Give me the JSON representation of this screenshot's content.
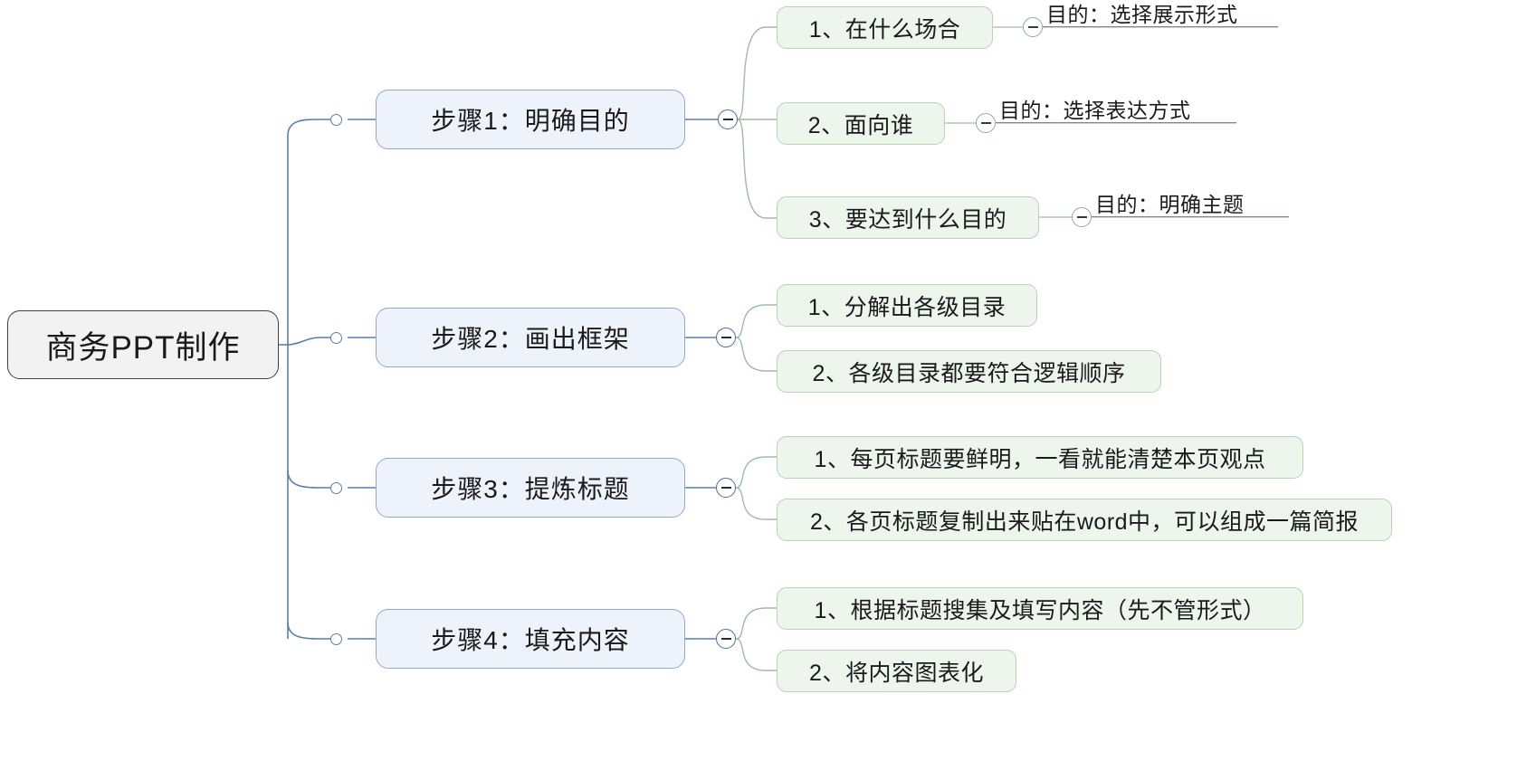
{
  "diagram": {
    "type": "mind-map",
    "title": "商务PPT制作",
    "colors": {
      "root_fill": "#f2f2f2",
      "root_border": "#3f3f3f",
      "level1_fill": "#eef2fa",
      "level1_border": "#8fa9cd",
      "level2_fill": "#edf5ed",
      "level2_border": "#b5d3b6",
      "branch_blue": "#5b7fab",
      "branch_green": "#9dbd9f",
      "background": "#ffffff"
    },
    "root": {
      "label": "商务PPT制作"
    },
    "branches": [
      {
        "label": "步骤1：明确目的",
        "toggle": "minus",
        "children": [
          {
            "label": "1、在什么场合",
            "toggle": "minus",
            "children": [
              {
                "label": "目的：选择展示形式"
              }
            ]
          },
          {
            "label": "2、面向谁",
            "toggle": "minus",
            "children": [
              {
                "label": "目的：选择表达方式"
              }
            ]
          },
          {
            "label": "3、要达到什么目的",
            "toggle": "minus",
            "children": [
              {
                "label": "目的：明确主题"
              }
            ]
          }
        ]
      },
      {
        "label": "步骤2：画出框架",
        "toggle": "minus",
        "children": [
          {
            "label": "1、分解出各级目录"
          },
          {
            "label": "2、各级目录都要符合逻辑顺序"
          }
        ]
      },
      {
        "label": "步骤3：提炼标题",
        "toggle": "minus",
        "children": [
          {
            "label": "1、每页标题要鲜明，一看就能清楚本页观点"
          },
          {
            "label": "2、各页标题复制出来贴在word中，可以组成一篇简报"
          }
        ]
      },
      {
        "label": "步骤4：填充内容",
        "toggle": "minus",
        "children": [
          {
            "label": "1、根据标题搜集及填写内容（先不管形式）"
          },
          {
            "label": "2、将内容图表化"
          }
        ]
      }
    ]
  }
}
